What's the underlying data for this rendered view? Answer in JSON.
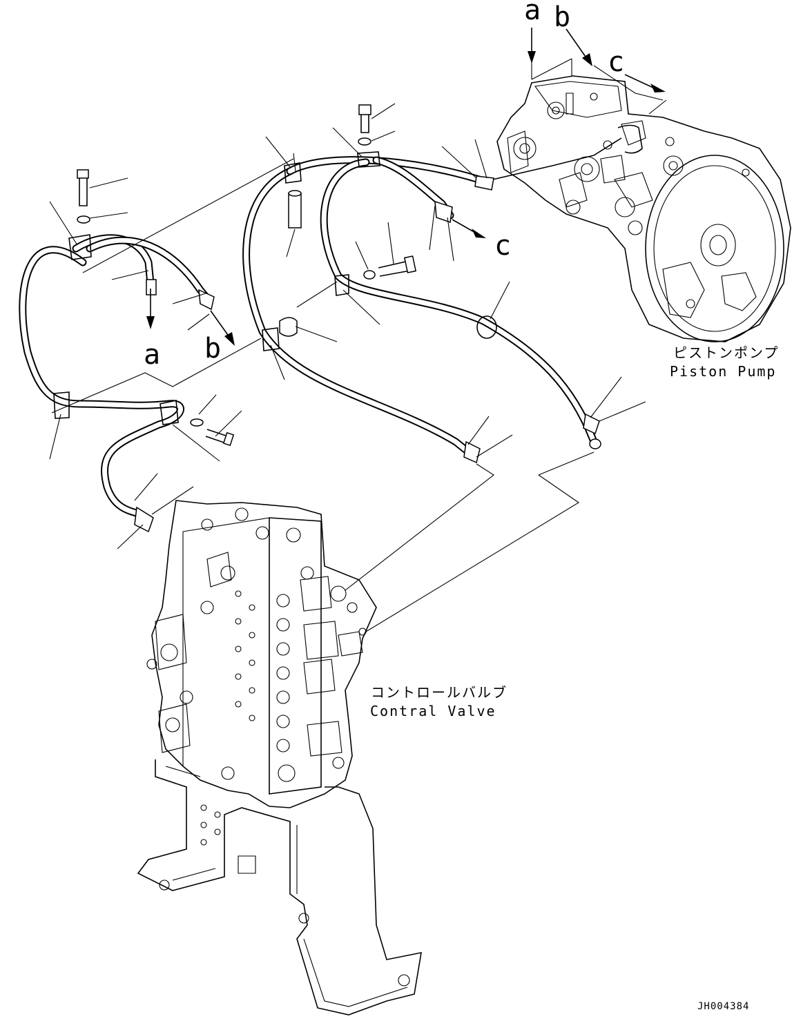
{
  "view_refs": {
    "a": "a",
    "b": "b",
    "c": "c"
  },
  "labels": {
    "pump_jp": "ピストンポンプ",
    "pump_en": "Piston Pump",
    "valve_jp": "コントロールバルブ",
    "valve_en": "Contral Valve"
  },
  "drawing_code": "JH004384"
}
